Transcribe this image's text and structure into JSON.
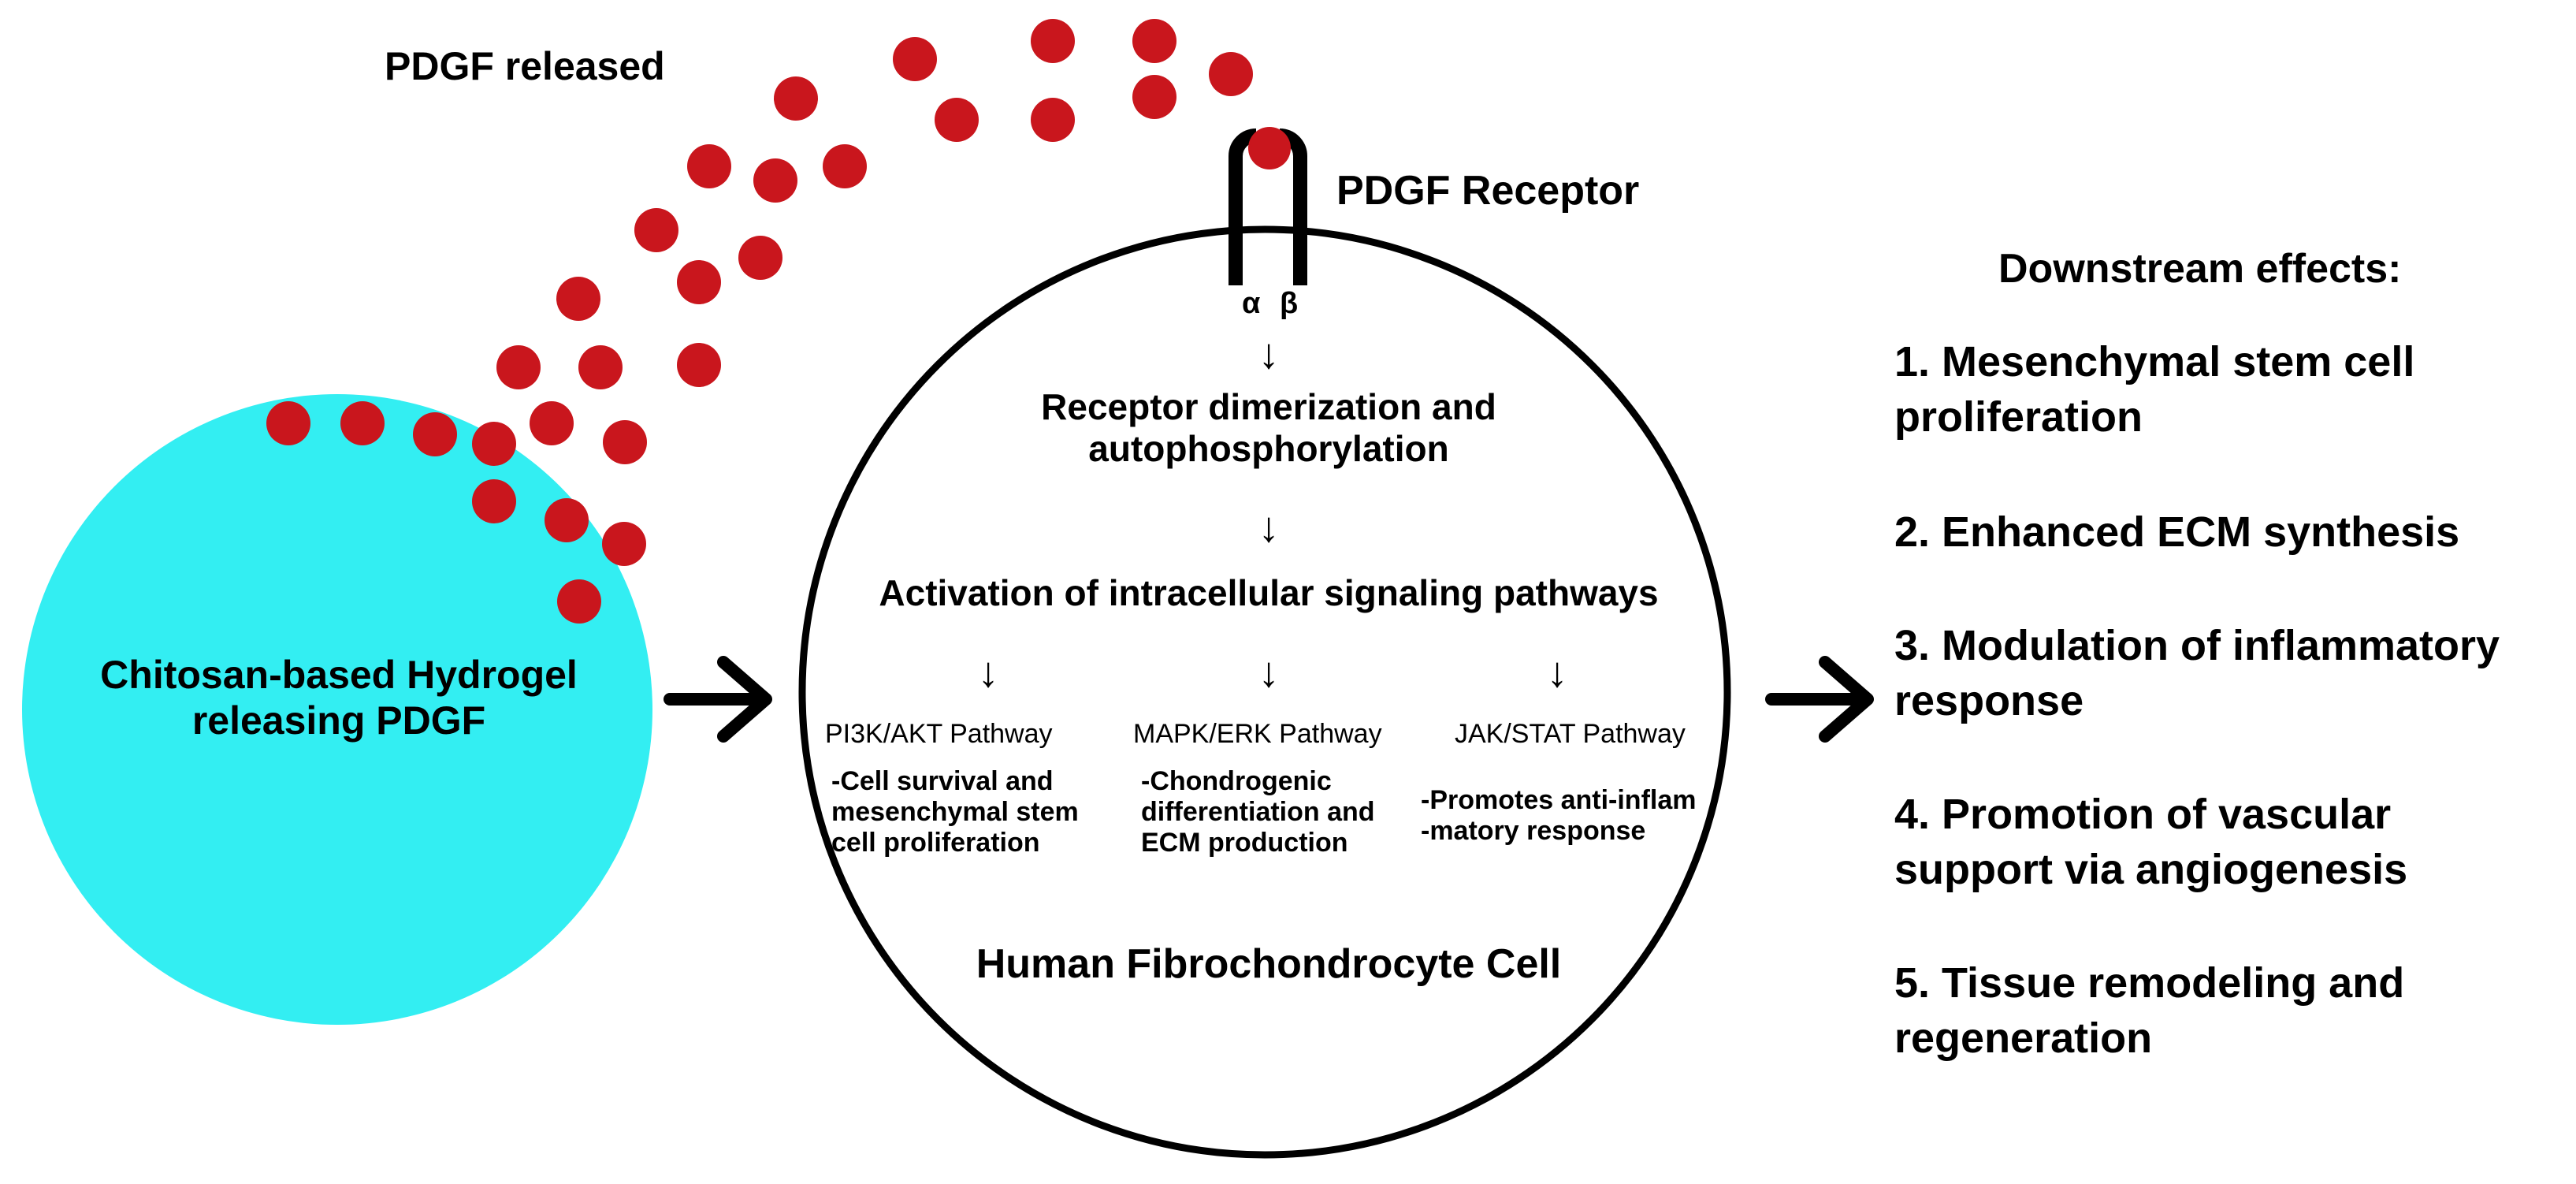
{
  "hydrogel": {
    "line1": "Chitosan-based Hydrogel",
    "line2": "releasing PDGF",
    "color": "#33EEF2"
  },
  "release_label": "PDGF released",
  "particle_color": "#C9161D",
  "receptor": {
    "label": "PDGF Receptor",
    "alpha": "α",
    "beta": "β"
  },
  "cell": {
    "step1_line1": "Receptor dimerization and",
    "step1_line2": "autophosphorylation",
    "step2": "Activation of intracellular signaling pathways",
    "down_arrow": "↓",
    "pathways": [
      {
        "name": "PI3K/AKT Pathway",
        "desc1": "-Cell survival and",
        "desc2": "mesenchymal stem",
        "desc3": "cell proliferation"
      },
      {
        "name": "MAPK/ERK Pathway",
        "desc1": "-Chondrogenic",
        "desc2": "differentiation and",
        "desc3": "ECM production"
      },
      {
        "name": "JAK/STAT Pathway",
        "desc1": "-Promotes anti-inflam",
        "desc2": "-matory response",
        "desc3": ""
      }
    ],
    "title": "Human Fibrochondrocyte Cell"
  },
  "downstream": {
    "heading": "Downstream effects:",
    "items": [
      {
        "line1": "1. Mesenchymal stem cell",
        "line2": "proliferation"
      },
      {
        "line1": "2. Enhanced ECM synthesis",
        "line2": ""
      },
      {
        "line1": "3. Modulation of inflammatory",
        "line2": "response"
      },
      {
        "line1": "4. Promotion of vascular",
        "line2": "support via angiogenesis"
      },
      {
        "line1": "5. Tissue remodeling and",
        "line2": "regeneration"
      }
    ]
  }
}
